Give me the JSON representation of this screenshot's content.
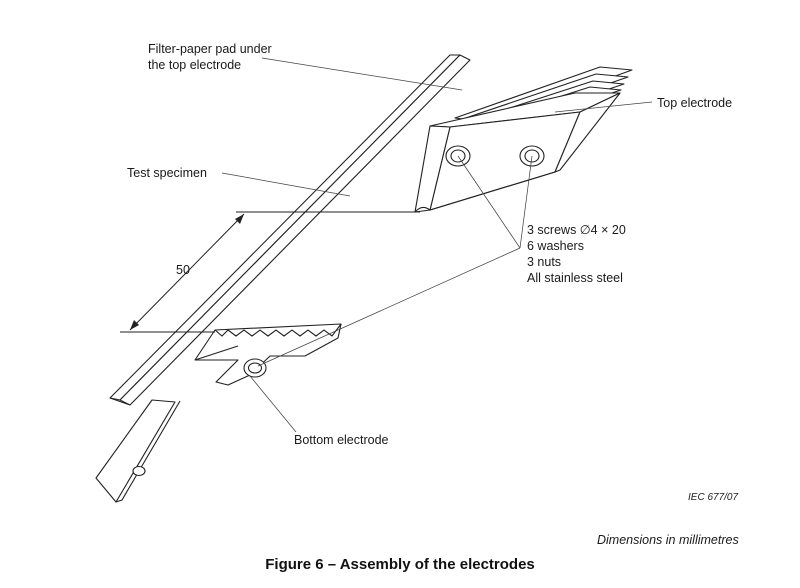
{
  "labels": {
    "filter_pad": [
      "Filter-paper pad under",
      "the top electrode"
    ],
    "top_electrode": "Top electrode",
    "test_specimen": "Test specimen",
    "hardware": [
      "3 screws ∅4 × 20",
      "6 washers",
      "3 nuts",
      "All stainless steel"
    ],
    "bottom_electrode": "Bottom electrode",
    "dimension": "50"
  },
  "iec_mark": "IEC   677/07",
  "units_note": "Dimensions in millimetres",
  "caption": "Figure 6 – Assembly of the electrodes",
  "colors": {
    "ink": "#222222",
    "paper": "#ffffff"
  }
}
